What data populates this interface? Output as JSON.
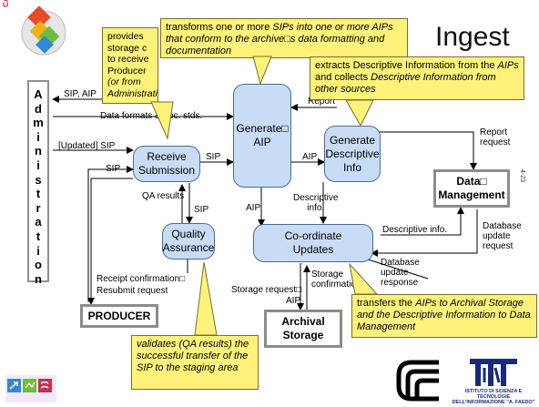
{
  "title": "Ingest",
  "caspar_logo_text": "CASPAR",
  "page_number": "4-23",
  "administration_letters": [
    "A",
    "d",
    "m",
    "i",
    "n",
    "i",
    "s",
    "t",
    "r",
    "a",
    "t",
    "i",
    "o",
    "n"
  ],
  "nodes": {
    "receive_submission": "Receive\nSubmission",
    "generate_aip": "Generate□\nAIP",
    "generate_descriptive_info": "Generate\nDescriptive\nInfo",
    "quality_assurance": "Quality\nAssurance",
    "coordinate_updates": "Co-ordinate\nUpdates",
    "data_management": "Data□\nManagement",
    "archival_storage": "Archival\nStorage",
    "producer": "PRODUCER"
  },
  "labels": {
    "sip_aip": "SIP, AIP",
    "data_formats": "Data formats & doc. stds.",
    "updated_sip": "[Updated] SIP",
    "sip_producer": "SIP",
    "sip_generate": "SIP",
    "aip_descriptive": "AIP",
    "qa_results": "QA results",
    "sip_qa": "SIP",
    "aip_coordinate": "AIP",
    "descriptive_info_1": "Descriptive\ninfo.",
    "descriptive_info_2": "Descriptive info.",
    "report_request": "Report\nrequest",
    "db_update_request": "Database\nupdate\nrequest",
    "db_update_response": "Database\nupdate\nresponse",
    "report": "Report",
    "storage_confirmation": "Storage\nconfirmation",
    "storage_request": "Storage request□",
    "aip_storage": "AIP",
    "receipt_confirmation": "Receipt confirmation□\nResubmit request"
  },
  "callouts": {
    "receive_submission": {
      "text": "provides storage c to receive Producer ",
      "italic": "(or from Administration)."
    },
    "generate_aip": {
      "text": "transforms one or more ",
      "italic": "SIPs into one or more AIPs that conform to the archive□s data formatting and documentation"
    },
    "generate_descriptive": {
      "text1": "extracts Descriptive Information from the ",
      "italic1": "AIPs",
      "text2": " and collects ",
      "italic2": "Descriptive Information from other sources"
    },
    "coordinate_updates": {
      "text1": "transfers the ",
      "italic1": "AIPs to Archival Storage and the Descriptive Information to Data Management",
      "text2": "",
      "italic2": ""
    },
    "quality_assurance": {
      "italic": "validates (QA results) the successful transfer of the SIP to the staging area"
    }
  },
  "institute_line1": "ISTITUTO DI SCIENZA E TECNOLOGIE",
  "institute_line2": "DELL'INFORMAZIONE \"A. FAEDO\""
}
